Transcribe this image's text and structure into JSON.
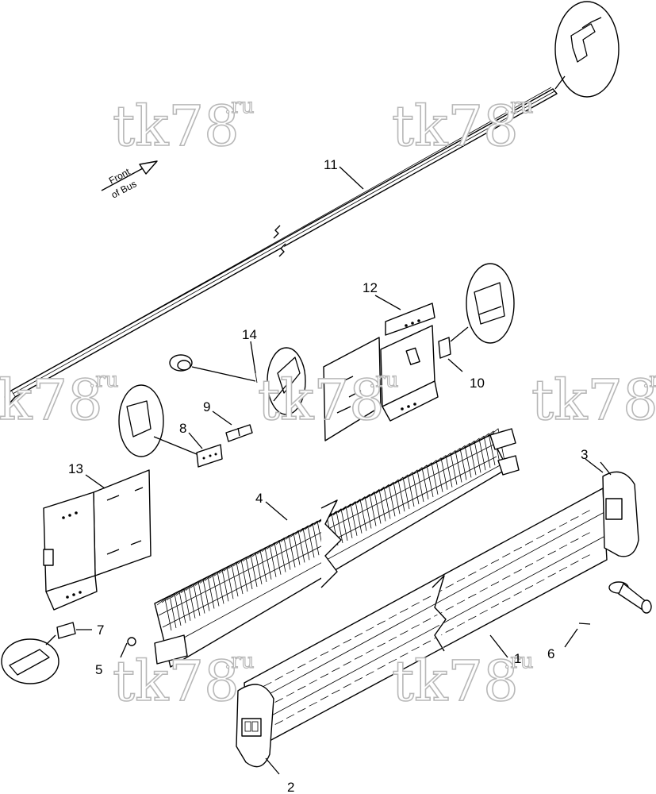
{
  "callouts": [
    {
      "num": "1"
    },
    {
      "num": "2"
    },
    {
      "num": "3"
    },
    {
      "num": "4"
    },
    {
      "num": "5"
    },
    {
      "num": "6"
    },
    {
      "num": "7"
    },
    {
      "num": "8"
    },
    {
      "num": "9"
    },
    {
      "num": "10"
    },
    {
      "num": "11"
    },
    {
      "num": "12"
    },
    {
      "num": "13"
    },
    {
      "num": "14"
    }
  ],
  "front_label": {
    "line1": "Front",
    "line2": "of Bus"
  },
  "watermark": {
    "text": "tk78",
    "sup": ".ru"
  }
}
